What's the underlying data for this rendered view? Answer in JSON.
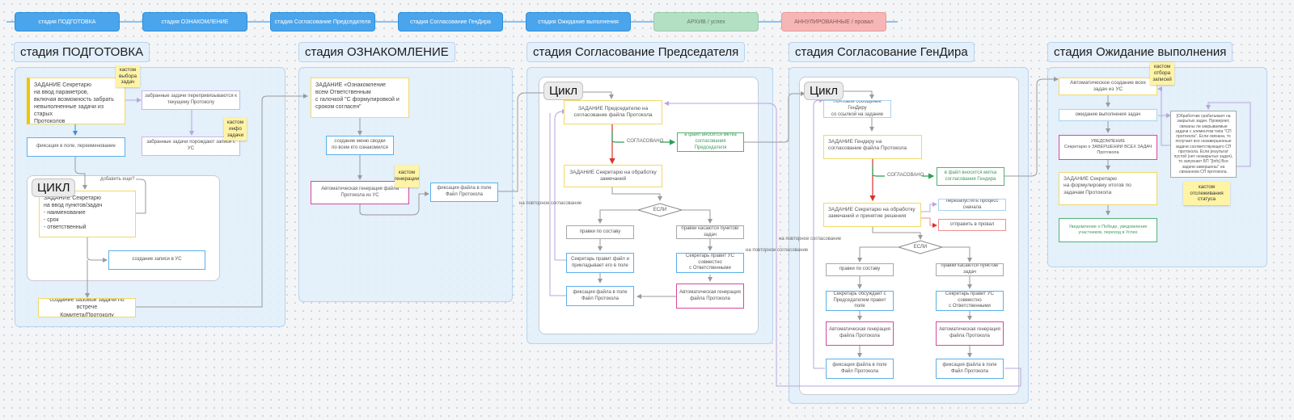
{
  "top_bar": [
    {
      "label": "стадия ПОДГОТОВКА",
      "kind": "blue"
    },
    {
      "label": "стадия ОЗНАКОМЛЕНИЕ",
      "kind": "blue"
    },
    {
      "label": "стадия Согласование Председателя",
      "kind": "blue"
    },
    {
      "label": "стадия Согласование ГенДира",
      "kind": "blue"
    },
    {
      "label": "стадия Ожидание выполнения",
      "kind": "blue"
    },
    {
      "label": "АРХИВ / успех",
      "kind": "green"
    },
    {
      "label": "АННУЛИРОВАННЫЕ / провал",
      "kind": "red"
    }
  ],
  "sections": {
    "s1": {
      "title": "стадия ПОДГОТОВКА",
      "task_secretary": "ЗАДАНИЕ Секретарю\nна ввод параметров,\nвключая возможность забрать\nневыполненные задачи из старых\nПротоколов",
      "sticky_custom_choice": "кастом\nвыбора\nзадач",
      "picked_tasks_relinked": "забранные задачи перепривязываются к текущему Протоколу",
      "sticky_custom_info": "кастом\nинфо\nзадачи",
      "picked_tasks_record": "забранные задачи порождают записи с УС",
      "fix_in_field": "фиксация в поле, переименование",
      "cycle_label": "ЦИКЛ",
      "add_more": "добавить еще?",
      "task_items": "ЗАДАНИЕ Секретарю\nна ввод пунктов/задач\n- наименование\n- срок\n- ответственный",
      "create_record": "создание записи в УС",
      "create_base_task": "создание базовой задачи по встрече\nКомитета/Протоколу"
    },
    "s2": {
      "title": "стадия ОЗНАКОМЛЕНИЕ",
      "task_review": "ЗАДАНИЕ «Ознакомление\nвсем Ответственным\nс галочкой \"С формулировкой и\nсроком согласен\"",
      "create_report": "создание меню сводки\nпо всем кто ознакомился",
      "sticky_custom_gen": "кастом\nгенерации",
      "auto_gen": "Автоматическая генерация файла\nПротокола из УС",
      "fix_file": "фиксация файла в поле\nФайл Протокола"
    },
    "s3": {
      "title": "стадия Согласование Председателя",
      "cycle_label": "Цикл",
      "task_chairman": "ЗАДАНИЕ Председателю на\nсогласование файла Протокола",
      "approved": "СОГЛАСОВАНО",
      "stamp_chairman": "в файл вносится метка\nсогласования Председателя",
      "task_process_remarks": "ЗАДАНИЕ Секретарю на обработку\nзамечаний",
      "if_label": "ЕСЛИ",
      "edits_content": "правки по составу",
      "edits_tasks": "правки касаются пунктов/задач",
      "sec_uploads_file": "Секретарь правит файл и\nприкладывает его в поле",
      "sec_edits_us": "Секретарь правит УС совместно\nс Ответственными",
      "fix_file": "фиксация файла в поле\nФайл Протокола",
      "auto_gen": "Автоматическая генерация\nфайла Протокола",
      "reapproval": "на повторное согласование"
    },
    "s4": {
      "title": "стадия Согласование ГенДира",
      "cycle_label": "Цикл",
      "notify_ceo": "Почтовое сообщение ГенДиру\nсо ссылкой на задание",
      "task_ceo": "ЗАДАНИЕ Гендиру на\nсогласование файла Протокола",
      "approved": "СОГЛАСОВАНО",
      "stamp_ceo": "в файл вносится метка\nсогласования Гендира",
      "task_remarks_decision": "ЗАДАНИЕ Секретарю на обработку\nзамечаний и принятие решения",
      "restart_process": "перезапустить процесс сначала",
      "send_fail": "отправить в провал",
      "if_label": "ЕСЛИ",
      "edits_content": "правки по составу",
      "edits_tasks": "правки касаются пунктов/задач",
      "sec_discusses": "Секретарь обсуждает с\nПредседателем правит поле",
      "sec_edits_us": "Секретарь правит УС совместно\nс Ответственными",
      "auto_gen_a": "Автоматическая генерация\nфайла Протокола",
      "auto_gen_b": "Автоматическая генерация\nфайла Протокола",
      "fix_file_a": "фиксация файла в поле\nФайл Протокола",
      "fix_file_b": "фиксация файла в поле\nФайл Протокола",
      "reapproval_a": "на повторное согласование",
      "reapproval_b": "на повторное согласование"
    },
    "s5": {
      "title": "стадия Ожидание выполнения",
      "auto_create_tasks": "Автоматическое создание всех\nзадач из УС",
      "sticky_custom_select": "кастом\nотбора\nзаписей",
      "waiting_tasks": "ожидание выполнения задач",
      "notify_completed": "УВЕДОМЛЕНИЕ\nСекретарю о ЗАВЕРШЕНИИ ВСЕХ ЗАДАЧ\nПротокола",
      "handler_note": "[Обработчик срабатывает на закрытых задач. Проверяет, связаны ли закрываемые задачи с элементом типа \"СП протокола\". Если связана, то получает все незавершенные задачи соответствующего СП протокола. Если результат пустой (нет незакрытых задач), то запускает БП \"[Info] Все задачи завершены\" на связанном СП протокола.",
      "task_results": "ЗАДАНИЕ Секретарю\nна формулировку итогов по\nзадачам Протокола",
      "sticky_custom_track": "кастом\nотслеживания\nстатуса",
      "final_notify": "Уведомление о Победе, уведомление\nучастников, переход в Успех"
    }
  }
}
